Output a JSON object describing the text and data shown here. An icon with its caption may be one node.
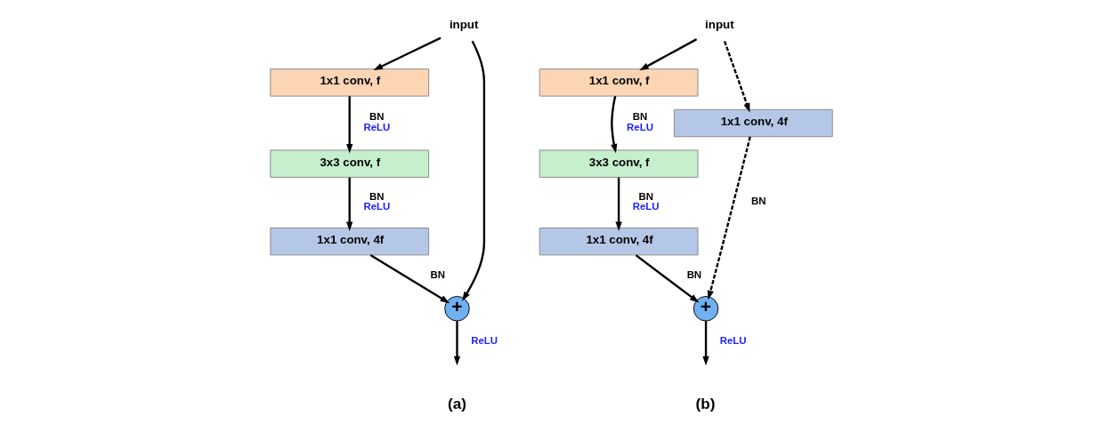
{
  "diagram": {
    "nodes": [
      {
        "text": [
          "input"
        ]
      },
      {
        "text": [
          "1x1 conv, f"
        ]
      },
      {
        "text": [
          "3x3 conv, f"
        ]
      },
      {
        "text": [
          "1x1 conv, 4f"
        ]
      },
      {
        "text": [
          "+"
        ]
      },
      {
        "text": [
          "input"
        ]
      },
      {
        "text": [
          "1x1 conv, f"
        ]
      },
      {
        "text": [
          "3x3 conv, f"
        ]
      },
      {
        "text": [
          "1x1 conv, 4f"
        ]
      },
      {
        "text": [
          "1x1 conv, 4f"
        ]
      },
      {
        "text": [
          "+"
        ]
      }
    ],
    "edges": [
      {
        "from": 0,
        "to": 1,
        "arrow": "to"
      },
      {
        "from": 1,
        "to": 2,
        "arrow": "to",
        "label": "BN ReLU"
      },
      {
        "from": 2,
        "to": 3,
        "arrow": "to",
        "label": "BN ReLU"
      },
      {
        "from": 3,
        "to": 4,
        "arrow": "to",
        "label": "BN"
      },
      {
        "from": 0,
        "to": 4,
        "arrow": "to"
      },
      {
        "from": 4,
        "to": null,
        "arrow": "to",
        "label": "ReLU"
      },
      {
        "from": 5,
        "to": 6,
        "arrow": "to"
      },
      {
        "from": 6,
        "to": 7,
        "arrow": "to",
        "label": "BN ReLU"
      },
      {
        "from": 7,
        "to": 8,
        "arrow": "to",
        "label": "BN ReLU"
      },
      {
        "from": 8,
        "to": 10,
        "arrow": "to",
        "label": "BN"
      },
      {
        "from": 5,
        "to": 9,
        "arrow": "to",
        "style": "dashed"
      },
      {
        "from": 9,
        "to": 10,
        "arrow": "to",
        "style": "dashed",
        "label": "BN"
      },
      {
        "from": 10,
        "to": null,
        "arrow": "to",
        "label": "ReLU"
      }
    ],
    "labels": [
      "(a)",
      "(b)"
    ]
  }
}
